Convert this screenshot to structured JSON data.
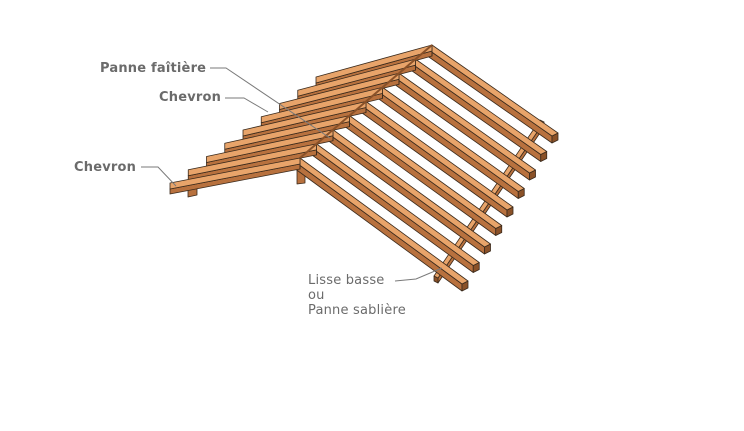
{
  "labels": {
    "ridge_purlin": "Panne faîtière",
    "rafter_1": "Chevron",
    "rafter_2": "Chevron",
    "wall_plate_line1": "Lisse basse",
    "wall_plate_line2": "ou",
    "wall_plate_line3": "Panne sablière"
  },
  "colors": {
    "wood_top": "#E8A46A",
    "wood_side": "#B8713E",
    "wood_dark": "#8A5128",
    "outline": "#3a2a1c",
    "leader": "#7a7a7a",
    "label_text": "#6b6b6b"
  }
}
